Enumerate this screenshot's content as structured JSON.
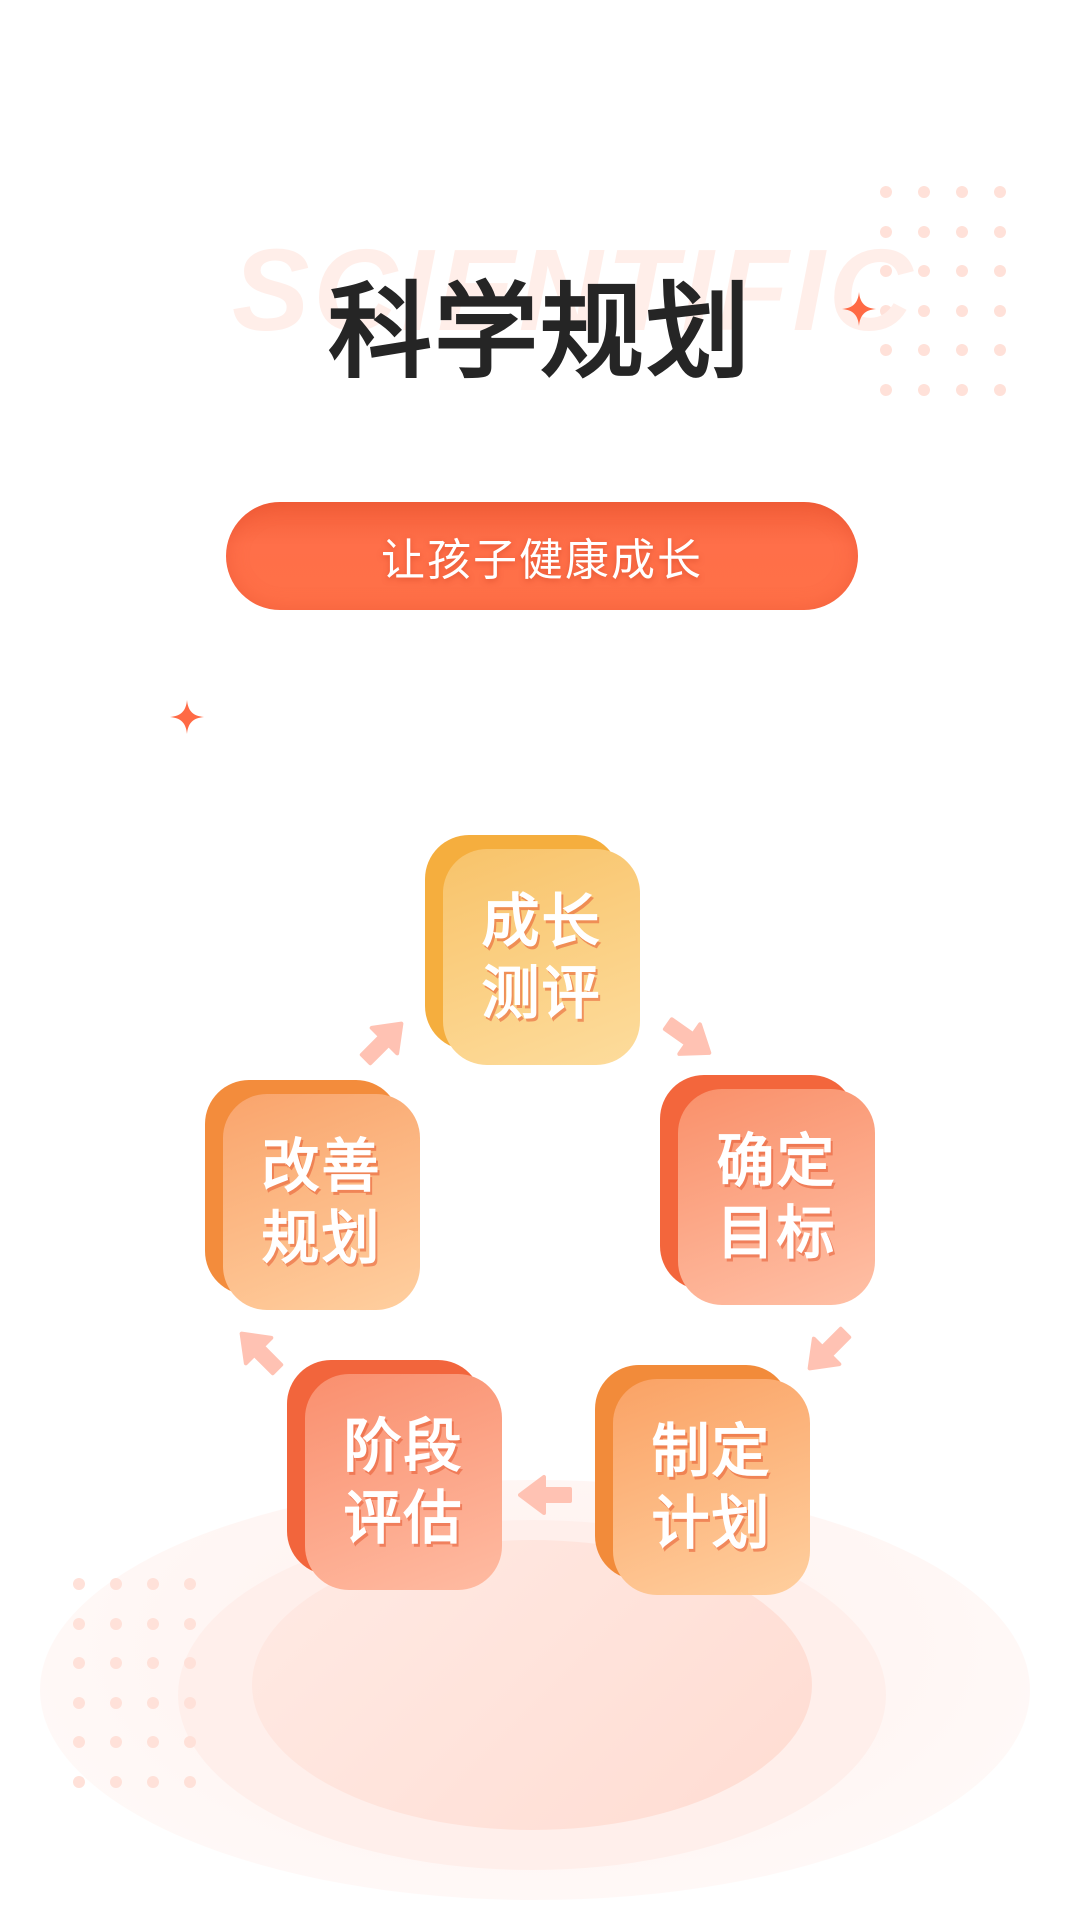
{
  "header": {
    "watermark": "SCIENTIFIC",
    "title": "科学规划"
  },
  "subtitle_button": {
    "label": "让孩子健康成长"
  },
  "cycle": {
    "steps": [
      {
        "line1": "成长",
        "line2": "测评",
        "back_color": "#F5AE3E",
        "front_from": "#F8C36A",
        "front_to": "#FDDC9C"
      },
      {
        "line1": "确定",
        "line2": "目标",
        "back_color": "#F3663C",
        "front_from": "#F9906A",
        "front_to": "#FFC0A6"
      },
      {
        "line1": "制定",
        "line2": "计划",
        "back_color": "#F28B3A",
        "front_from": "#FAA265",
        "front_to": "#FFCF9E"
      },
      {
        "line1": "阶段",
        "line2": "评估",
        "back_color": "#F2653C",
        "front_from": "#F98F6E",
        "front_to": "#FFBBA2"
      },
      {
        "line1": "改善",
        "line2": "规划",
        "back_color": "#F38C3C",
        "front_from": "#F9A46C",
        "front_to": "#FFCF9F"
      }
    ],
    "arrow_color": "#FFC2B3"
  },
  "colors": {
    "accent": "#FF6A45",
    "title": "#252525",
    "dot": "#FFE1D9",
    "sparkle": "#FF6A45"
  }
}
